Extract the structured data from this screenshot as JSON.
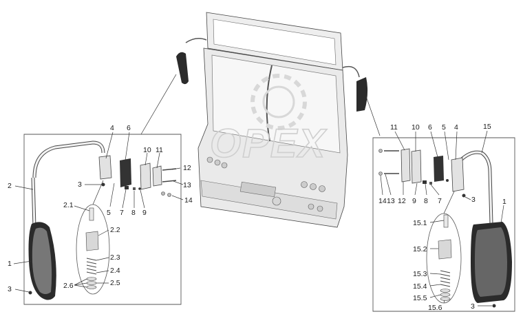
{
  "watermark": "OPEX",
  "left_panel_labels": {
    "l1": "1",
    "l2": "2",
    "l3a": "3",
    "l3b": "3",
    "l4": "4",
    "l5": "5",
    "l6": "6",
    "l7": "7",
    "l8": "8",
    "l9": "9",
    "l10": "10",
    "l11": "11",
    "l12": "12",
    "l13": "13",
    "l14": "14",
    "l21": "2.1",
    "l22": "2.2",
    "l23": "2.3",
    "l24": "2.4",
    "l25": "2.5",
    "l26": "2.6"
  },
  "right_panel_labels": {
    "r1": "1",
    "r3a": "3",
    "r3b": "3",
    "r4": "4",
    "r5": "5",
    "r6": "6",
    "r7": "7",
    "r8": "8",
    "r9": "9",
    "r10": "10",
    "r11": "11",
    "r12": "12",
    "r13": "13",
    "r14": "14",
    "r15": "15",
    "r151": "15.1",
    "r152": "15.2",
    "r153": "15.3",
    "r154": "15.4",
    "r155": "15.5",
    "r156": "15.6"
  },
  "colors": {
    "line": "#333333",
    "part_fill": "#e6e6e6",
    "dark_fill": "#2b2b2b",
    "watermark": "#cfcfcf"
  }
}
